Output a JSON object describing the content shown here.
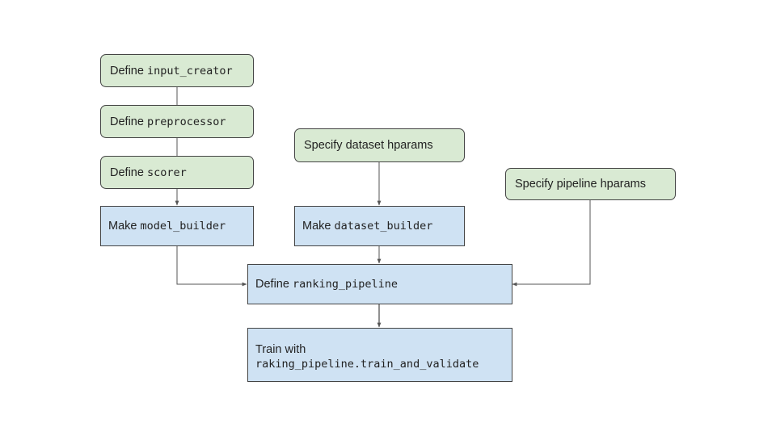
{
  "nodes": {
    "input_creator": {
      "prefix": "Define ",
      "code": "input_creator"
    },
    "preprocessor": {
      "prefix": "Define ",
      "code": "preprocessor"
    },
    "scorer": {
      "prefix": "Define ",
      "code": "scorer"
    },
    "model_builder": {
      "prefix": "Make ",
      "code": "model_builder"
    },
    "dataset_hparams": {
      "text": "Specify dataset hparams"
    },
    "dataset_builder": {
      "prefix": "Make ",
      "code": "dataset_builder"
    },
    "pipeline_hparams": {
      "text": "Specify pipeline hparams"
    },
    "ranking_pipeline": {
      "prefix": "Define ",
      "code": "ranking_pipeline"
    },
    "train": {
      "prefix": "Train with",
      "code": "raking_pipeline.train_and_validate"
    }
  },
  "colors": {
    "spec_fill": "#d9ead3",
    "build_fill": "#cfe2f3",
    "border": "#444444",
    "edge": "#555555"
  }
}
